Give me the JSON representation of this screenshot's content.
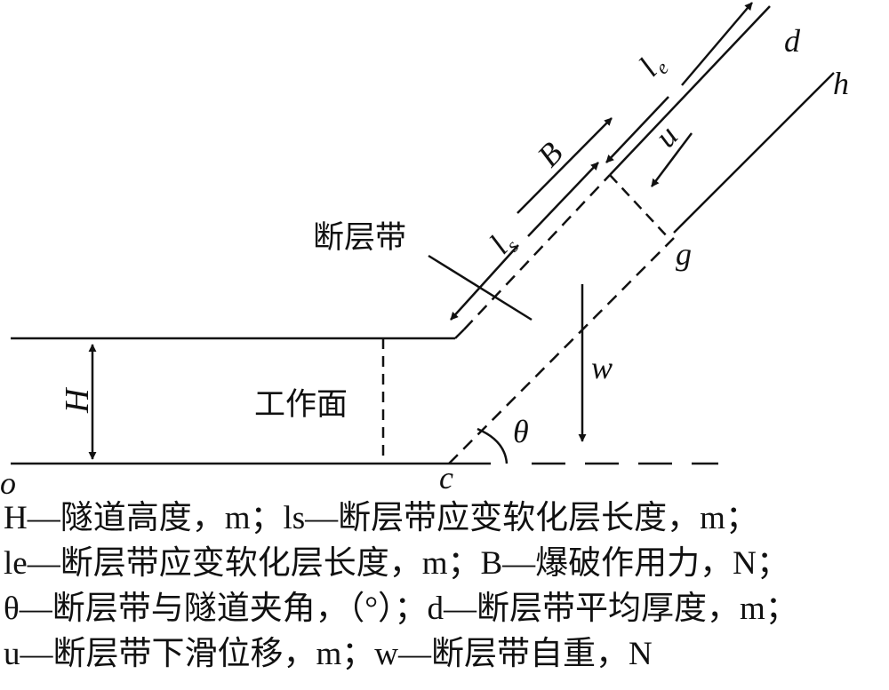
{
  "diagram": {
    "labels": {
      "o": "o",
      "c": "c",
      "H": "H",
      "w": "w",
      "theta": "θ",
      "g": "g",
      "u": "u",
      "d": "d",
      "h": "h",
      "B": "B",
      "ls_main": "l",
      "ls_sub": "s",
      "le_main": "l",
      "le_sub": "e",
      "working_face": "工作面",
      "fault_zone": "断层带"
    }
  },
  "legend": {
    "line1": "H—隧道高度，m；ls—断层带应变软化层长度，m；",
    "line2": "le—断层带应变软化层长度，m；B—爆破作用力，N；",
    "line3": "θ—断层带与隧道夹角，（°）；d—断层带平均厚度，m；",
    "line4": "u—断层带下滑位移，m；w—断层带自重，N"
  }
}
